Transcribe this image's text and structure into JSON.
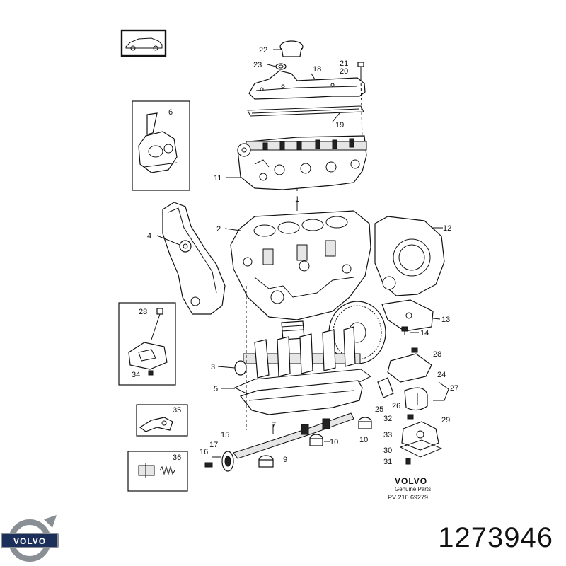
{
  "diagram": {
    "callouts": [
      "22",
      "23",
      "21",
      "20",
      "18",
      "19",
      "6",
      "11",
      "1",
      "4",
      "2",
      "12",
      "13",
      "14",
      "28",
      "28",
      "34",
      "3",
      "5",
      "24",
      "27",
      "25",
      "26",
      "7",
      "29",
      "32",
      "33",
      "30",
      "31",
      "35",
      "36",
      "10",
      "10",
      "17",
      "15",
      "16",
      "9"
    ],
    "brand_block": {
      "brand": "VOLVO",
      "subtitle": "Genuine Parts",
      "reference": "PV 210 69279"
    }
  },
  "footer": {
    "emblem_text": "VOLVO",
    "part_number": "1273946"
  }
}
